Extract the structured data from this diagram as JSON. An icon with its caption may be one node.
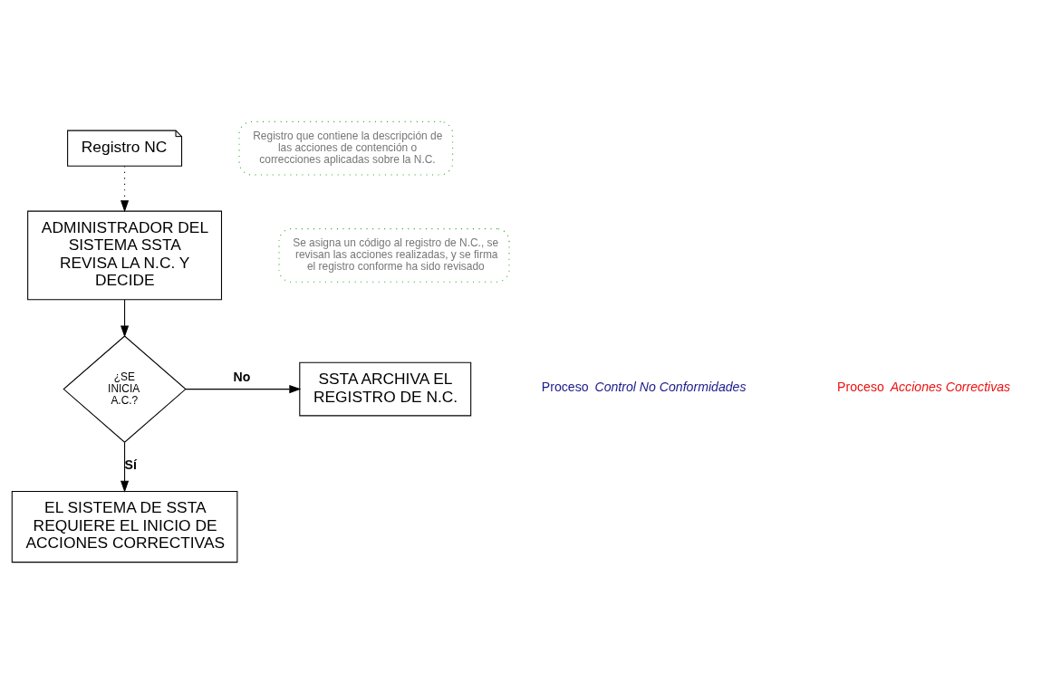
{
  "diagram": {
    "nodes": [
      {
        "text": [
          "Registro NC"
        ]
      },
      {
        "text": [
          "ADMINISTRADOR DEL SISTEMA SSTA REVISA LA N.C. Y DECIDE"
        ]
      },
      {
        "text": [
          "¿SE INICIA A.C.?"
        ]
      },
      {
        "text": [
          "SSTA ARCHIVA EL REGISTRO DE N.C."
        ]
      },
      {
        "text": [
          "EL SISTEMA DE SSTA REQUIERE EL INICIO DE ACCIONES CORRECTIVAS"
        ]
      },
      {
        "text": [
          "Registro que contiene la descripción de las acciones de contención o correcciones aplicadas sobre la N.C."
        ]
      },
      {
        "text": [
          "Se asigna un código al registro de N.C., se revisan las acciones realizadas, y se firma el registro conforme ha sido revisado"
        ]
      }
    ],
    "edges": [
      {
        "from": 0,
        "to": 1,
        "arrow": "to",
        "style": "dashed"
      },
      {
        "from": 1,
        "to": 2,
        "arrow": "to"
      },
      {
        "from": 2,
        "to": 3,
        "arrow": "to",
        "label": "No"
      },
      {
        "from": 2,
        "to": 4,
        "arrow": "to",
        "label": "Sí"
      }
    ],
    "labels": [
      "Proceso *Control No Conformidades*",
      "Proceso *Acciones Correctivas*"
    ]
  }
}
